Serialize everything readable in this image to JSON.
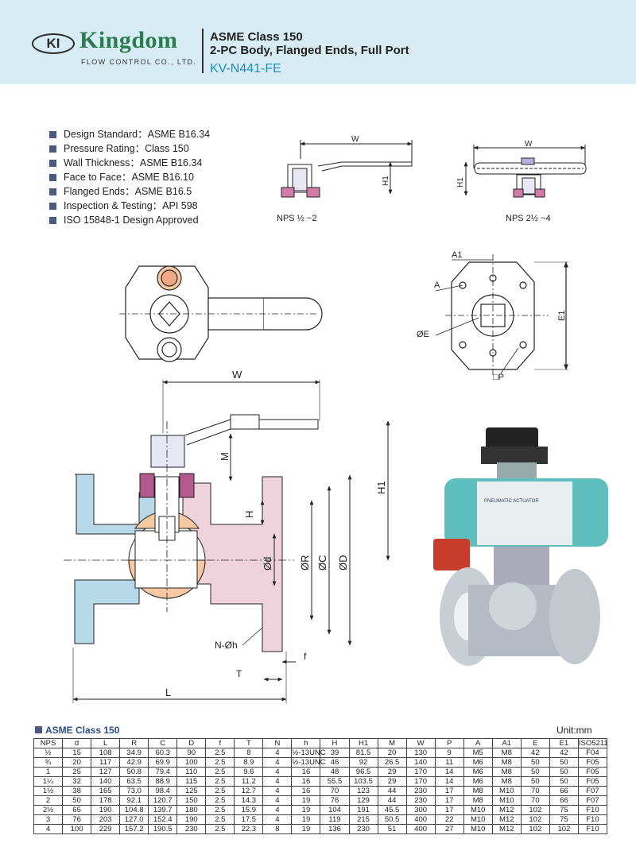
{
  "header": {
    "logo_mark": "KI",
    "brand": "Kingdom",
    "brand_sub": "FLOW CONTROL CO., LTD.",
    "title_line1": "ASME Class 150",
    "title_line2": "2-PC Body, Flanged Ends, Full Port",
    "model": "KV-N441-FE",
    "bg_color": "#d8ecf5"
  },
  "specs": [
    "Design Standard：ASME B16.34",
    "Pressure Rating：Class 150",
    "Wall Thickness：ASME B16.34",
    "Face to Face：ASME B16.10",
    "Flanged Ends：ASME B16.5",
    "Inspection & Testing：API  598",
    "ISO 15848-1 Design Approved"
  ],
  "diagrams": {
    "small1": {
      "w": "W",
      "h1": "H1",
      "caption": "NPS ½ ~2"
    },
    "small2": {
      "w": "W",
      "h1": "H1",
      "caption": "NPS 2½ ~4"
    },
    "flange_view": {
      "a1": "A1",
      "a": "A",
      "e": "ØE",
      "e1": "E1",
      "p": "□P"
    },
    "section": {
      "w": "W",
      "m": "M",
      "h": "H",
      "h1": "H1",
      "d": "Ød",
      "r": "ØR",
      "c": "ØC",
      "D": "ØD",
      "n": "N-Øh",
      "f": "f",
      "t": "T",
      "l": "L"
    },
    "actuator_label": "PNEUMATIC ACTUATOR"
  },
  "table": {
    "title": "ASME  Class 150",
    "unit": "Unit:mm",
    "headers": [
      "NPS",
      "d",
      "L",
      "R",
      "C",
      "D",
      "f",
      "T",
      "N",
      "h",
      "H",
      "H1",
      "M",
      "W",
      "P",
      "A",
      "A1",
      "E",
      "E1",
      "ISO5211"
    ],
    "rows": [
      [
        "½",
        "15",
        "108",
        "34.9",
        "60.3",
        "90",
        "2.5",
        "8",
        "4",
        "½-13UNC",
        "39",
        "81.5",
        "20",
        "130",
        "9",
        "M5",
        "M8",
        "42",
        "42",
        "F04"
      ],
      [
        "¾",
        "20",
        "117",
        "42.9",
        "69.9",
        "100",
        "2.5",
        "8.9",
        "4",
        "½-13UNC",
        "46",
        "92",
        "26.5",
        "140",
        "11",
        "M6",
        "M8",
        "50",
        "50",
        "F05"
      ],
      [
        "1",
        "25",
        "127",
        "50.8",
        "79.4",
        "110",
        "2.5",
        "9.6",
        "4",
        "16",
        "48",
        "96.5",
        "29",
        "170",
        "14",
        "M6",
        "M8",
        "50",
        "50",
        "F05"
      ],
      [
        "1¼",
        "32",
        "140",
        "63.5",
        "88.9",
        "115",
        "2.5",
        "11.2",
        "4",
        "16",
        "55.5",
        "103.5",
        "29",
        "170",
        "14",
        "M6",
        "M8",
        "50",
        "50",
        "F05"
      ],
      [
        "1½",
        "38",
        "165",
        "73.0",
        "98.4",
        "125",
        "2.5",
        "12.7",
        "4",
        "16",
        "70",
        "123",
        "44",
        "230",
        "17",
        "M8",
        "M10",
        "70",
        "66",
        "F07"
      ],
      [
        "2",
        "50",
        "178",
        "92.1",
        "120.7",
        "150",
        "2.5",
        "14.3",
        "4",
        "19",
        "76",
        "129",
        "44",
        "230",
        "17",
        "M8",
        "M10",
        "70",
        "66",
        "F07"
      ],
      [
        "2½",
        "65",
        "190",
        "104.8",
        "139.7",
        "180",
        "2.5",
        "15.9",
        "4",
        "19",
        "104",
        "191",
        "45.5",
        "300",
        "17",
        "M10",
        "M12",
        "102",
        "75",
        "F10"
      ],
      [
        "3",
        "76",
        "203",
        "127.0",
        "152.4",
        "190",
        "2.5",
        "17.5",
        "4",
        "19",
        "119",
        "215",
        "50.5",
        "400",
        "22",
        "M10",
        "M12",
        "102",
        "75",
        "F10"
      ],
      [
        "4",
        "100",
        "229",
        "157.2",
        "190.5",
        "230",
        "2.5",
        "22.3",
        "8",
        "19",
        "136",
        "230",
        "51",
        "400",
        "27",
        "M10",
        "M12",
        "102",
        "102",
        "F10"
      ]
    ]
  },
  "colors": {
    "body_blue": "#b7d9ea",
    "body_pink": "#f0d2dd",
    "ball_orange": "#f6c9a2",
    "stem_purple": "#b35a8c"
  }
}
